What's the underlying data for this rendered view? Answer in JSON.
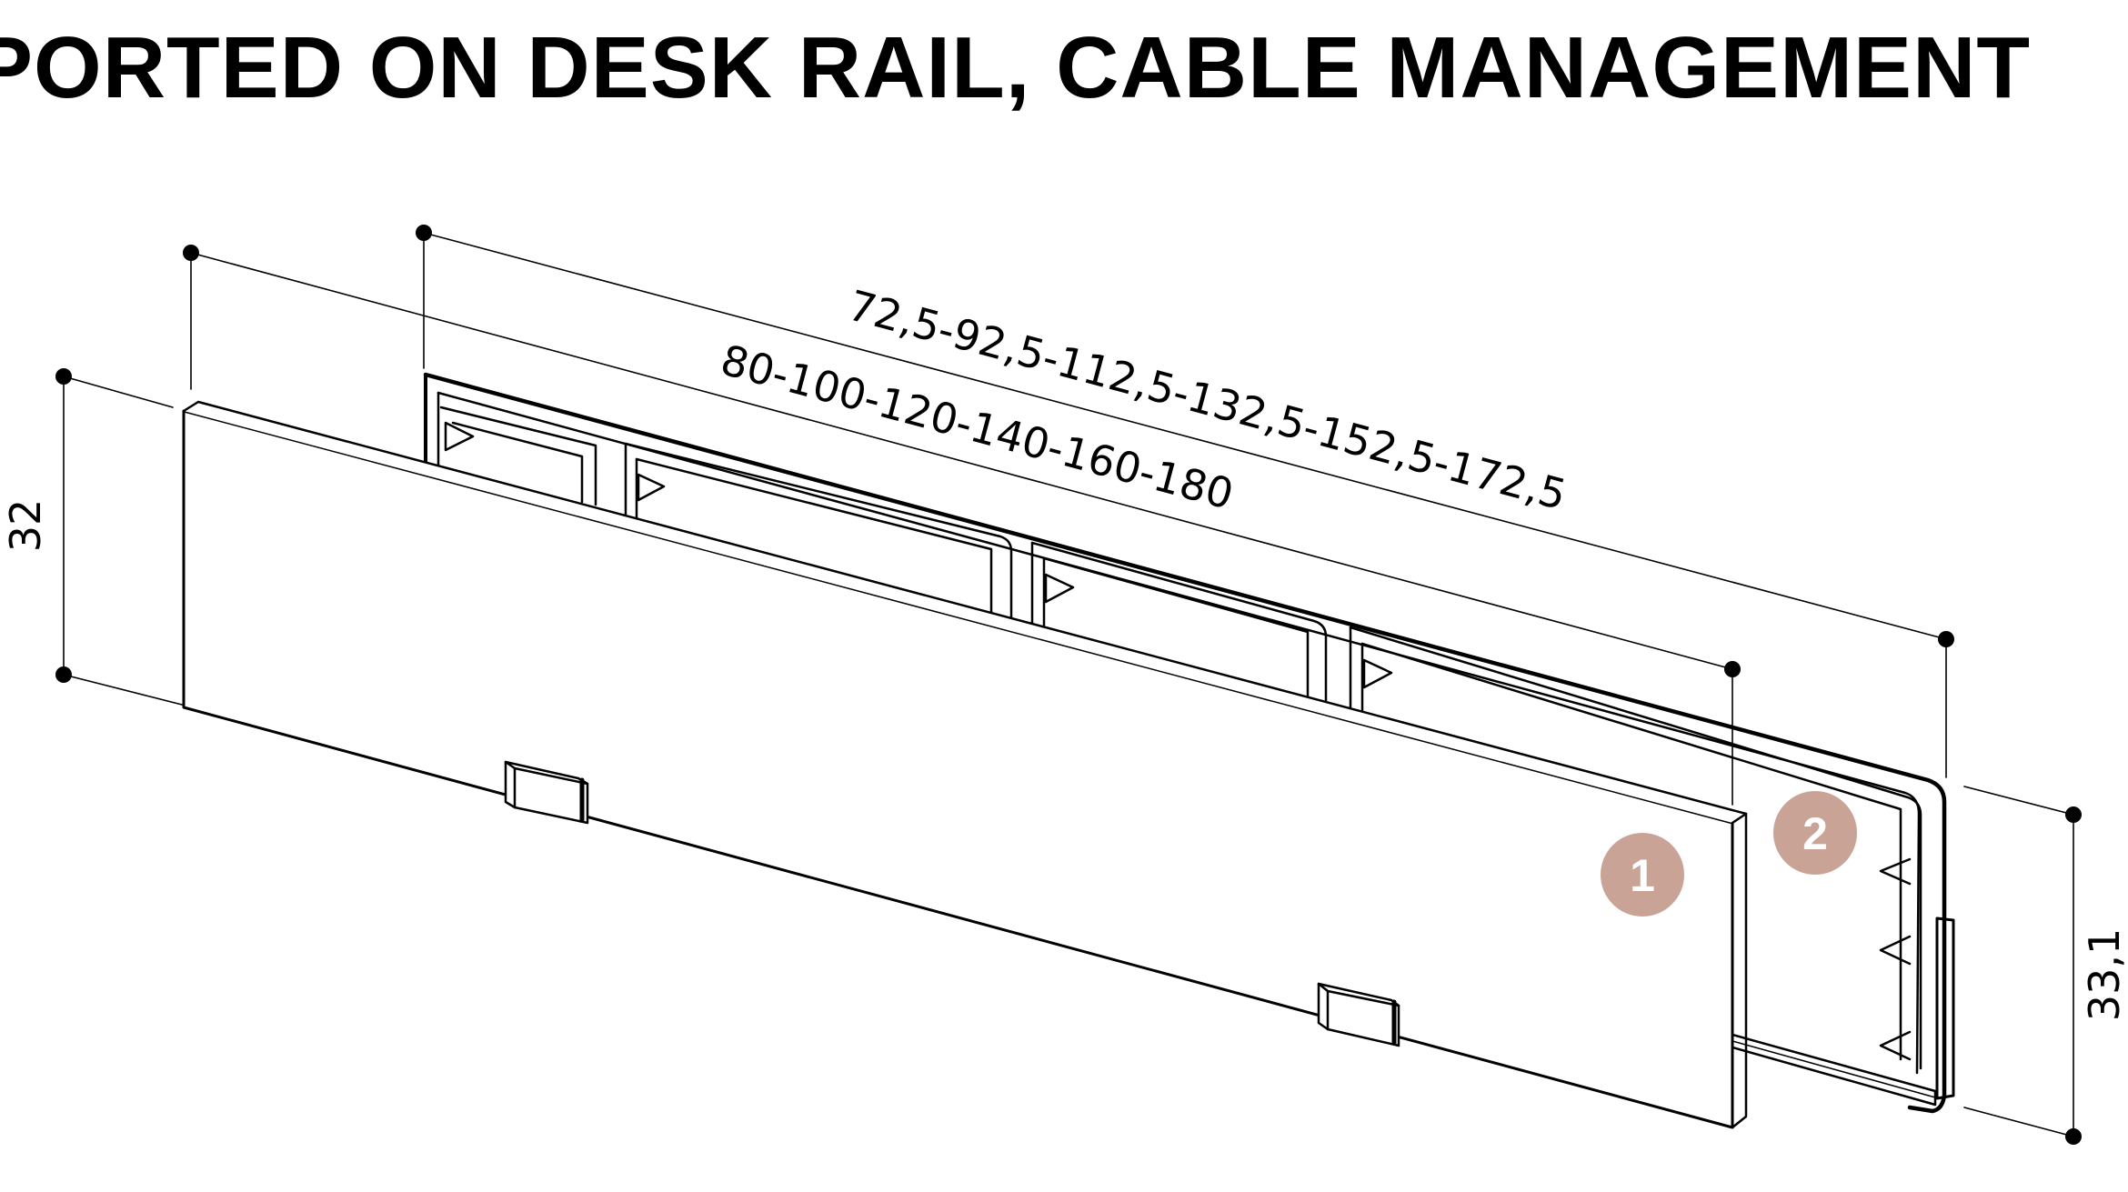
{
  "title": "PORTED ON DESK RAIL, CABLE MANAGEMENT",
  "dimensions": {
    "rail_length": "72,5-92,5-112,5-132,5-152,5-172,5",
    "panel_length": "80-100-120-140-160-180",
    "panel_height": "32",
    "rail_height": "33,1"
  },
  "callouts": [
    "1",
    "2"
  ],
  "colors": {
    "badge": "#c8a396",
    "line": "#000000",
    "background": "#ffffff"
  }
}
